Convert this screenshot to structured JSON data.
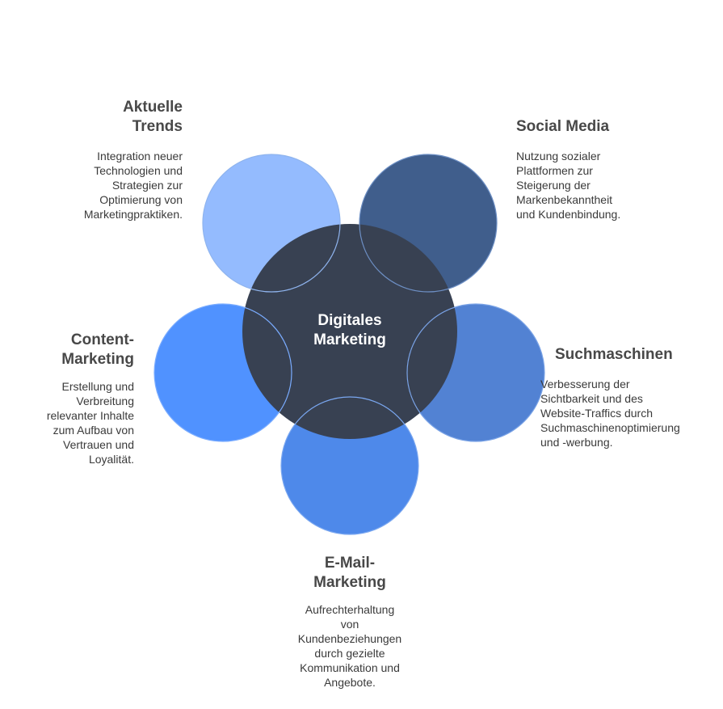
{
  "center": {
    "label": "Digitales\nMarketing",
    "color": "#384152"
  },
  "nodes": [
    {
      "id": "aktuelle-trends",
      "title": "Aktuelle\nTrends",
      "description": "Integration neuer\nTechnologien und\nStrategien zur\nOptimierung von\nMarketingpraktiken.",
      "color": "#94BBFE"
    },
    {
      "id": "social-media",
      "title": "Social Media",
      "description": "Nutzung sozialer\nPlattformen zur\nSteigerung der\nMarkenbekanntheit\nund Kundenbindung.",
      "color": "#405E8C"
    },
    {
      "id": "suchmaschinen",
      "title": "Suchmaschinen",
      "description": "Verbesserung der\nSichtbarkeit und des\nWebsite-Traffics durch\nSuchmaschinenoptimierung\nund -werbung.",
      "color": "#5282D3"
    },
    {
      "id": "email-marketing",
      "title": "E-Mail-\nMarketing",
      "description": "Aufrechterhaltung\nvon\nKundenbeziehungen\ndurch gezielte\nKommunikation und\nAngebote.",
      "color": "#4E89EA"
    },
    {
      "id": "content-marketing",
      "title": "Content-\nMarketing",
      "description": "Erstellung und\nVerbreitung\nrelevanter Inhalte\nzum Aufbau von\nVertrauen und\nLoyalität.",
      "color": "#5092FF"
    }
  ]
}
